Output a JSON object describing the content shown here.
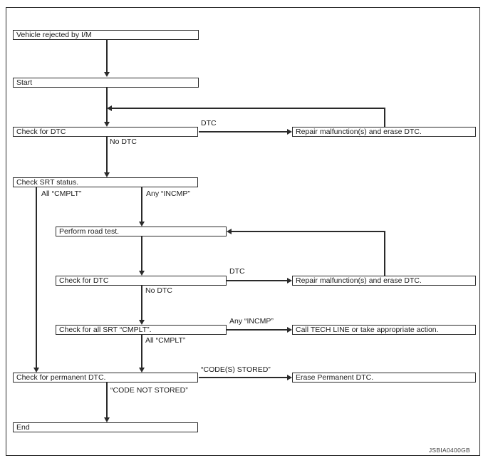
{
  "nodes": {
    "vehicle_rejected": "Vehicle rejected by I/M",
    "start": "Start",
    "check_dtc_1": "Check for DTC",
    "repair_1": "Repair malfunction(s) and erase DTC.",
    "check_srt": "Check SRT status.",
    "road_test": "Perform road test.",
    "check_dtc_2": "Check for DTC",
    "repair_2": "Repair malfunction(s) and erase DTC.",
    "check_all_srt": "Check for all SRT “CMPLT”.",
    "call_tech_line": "Call TECH LINE or take appropriate action.",
    "check_permanent": "Check for permanent DTC.",
    "erase_permanent": "Erase Permanent DTC.",
    "end": "End"
  },
  "edge_labels": {
    "dtc_1": "DTC",
    "no_dtc_1": "No DTC",
    "all_cmplt_1": "All “CMPLT”",
    "any_incmp_1": "Any “INCMP”",
    "dtc_2": "DTC",
    "no_dtc_2": "No DTC",
    "any_incmp_2": "Any “INCMP”",
    "all_cmplt_2": "All “CMPLT”",
    "codes_stored": "“CODE(S) STORED”",
    "code_not_stored": "“CODE NOT STORED”"
  },
  "watermark": "JSBIA0400GB",
  "colors": {
    "line": "#2a2a2a",
    "background": "#ffffff",
    "watermark": "#3c3c3c"
  }
}
